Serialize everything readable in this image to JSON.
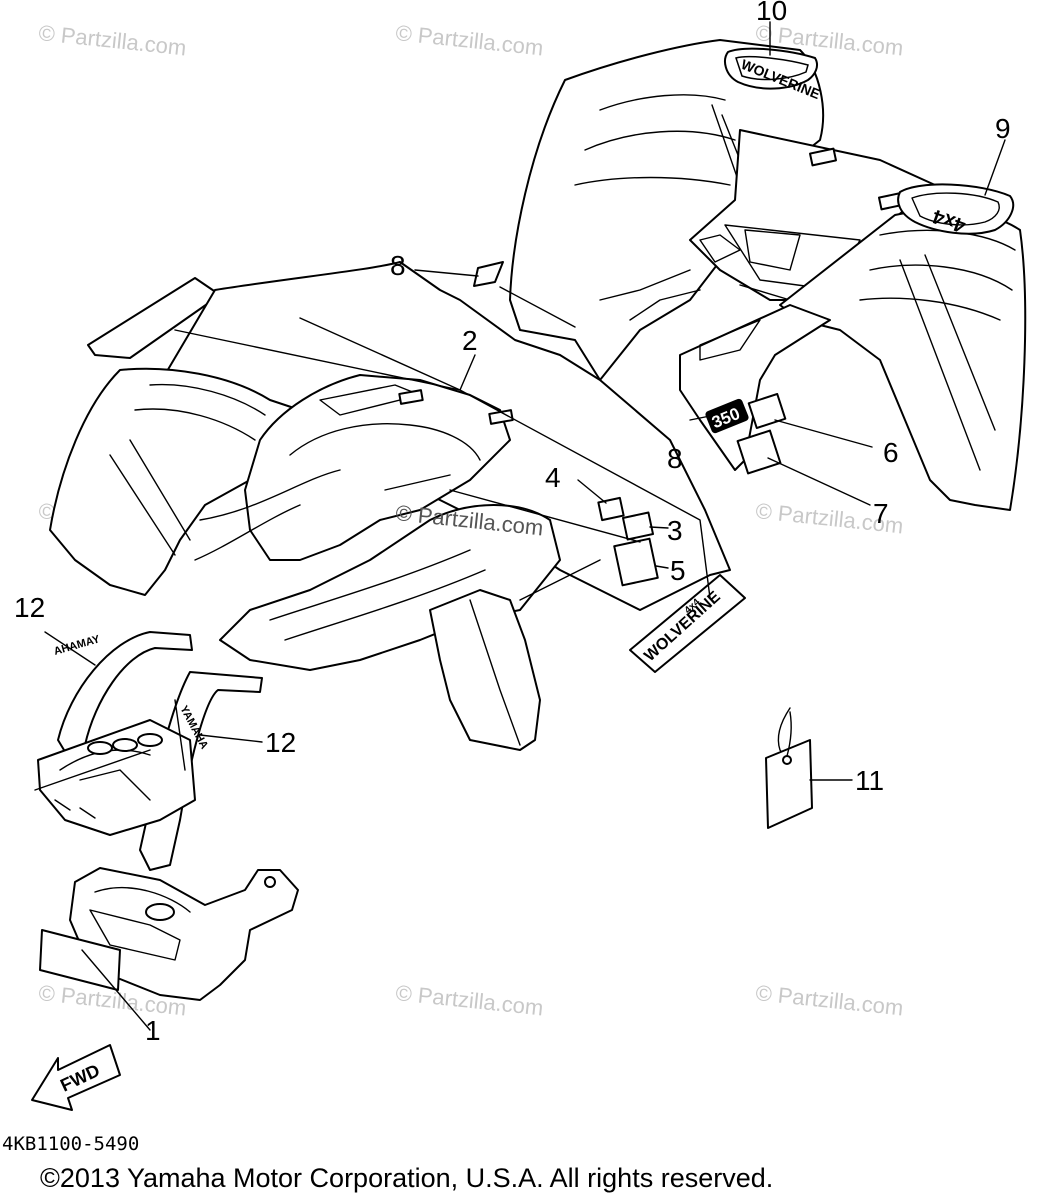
{
  "watermark": "© Partzilla.com",
  "callouts": {
    "c1": "1",
    "c2": "2",
    "c3": "3",
    "c4": "4",
    "c5": "5",
    "c6": "6",
    "c7": "7",
    "c8a": "8",
    "c8b": "8",
    "c9": "9",
    "c10": "10",
    "c11": "11",
    "c12a": "12",
    "c12b": "12"
  },
  "decals": {
    "wolverine_rear": "WOLVERINE",
    "four_by_four": "4x4",
    "engine_size": "350",
    "wolverine_side": "WOLVERINE",
    "wolverine_side_sub": "4x4",
    "yamaha_guard": "YAMAHA",
    "yamaha_guard_alt": "AHAMAY",
    "fwd": "FWD"
  },
  "diagram_code": "4KB1100-5490",
  "copyright": "©2013  Yamaha Motor Corporation, U.S.A. All rights reserved."
}
